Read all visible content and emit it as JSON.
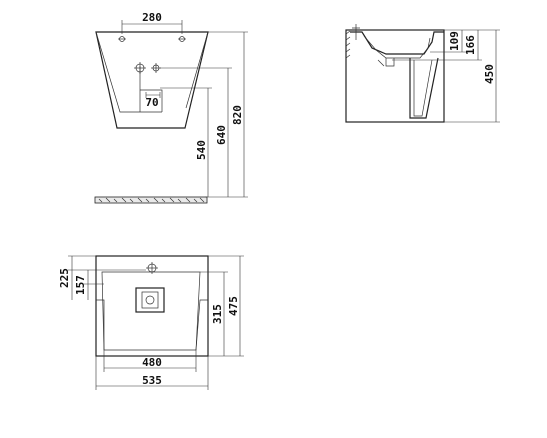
{
  "front_view": {
    "dim_width": "280",
    "dim_hole": "70",
    "dim_height_low": "540",
    "dim_height_mid": "640",
    "dim_height_total": "820"
  },
  "side_view": {
    "dim_top_a": "109",
    "dim_top_b": "166",
    "dim_height": "450"
  },
  "top_view": {
    "dim_hole_offset": "157",
    "dim_back_offset": "225",
    "dim_bowl_depth": "315",
    "dim_total_depth": "475",
    "dim_inner_width": "480",
    "dim_outer_width": "535"
  },
  "colors": {
    "line": "#222222",
    "background": "#ffffff"
  }
}
